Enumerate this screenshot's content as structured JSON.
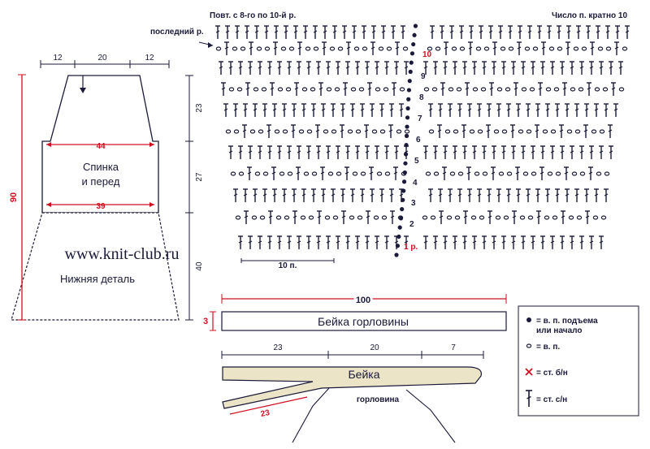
{
  "pattern": {
    "repeat_note": "Повт. с 8-го по 10-й р.",
    "multiple_note": "Число п. кратно 10",
    "last_row_label": "последний р.",
    "first_row_label": "1 р.",
    "row_numbers": [
      "2",
      "3",
      "4",
      "5",
      "6",
      "7",
      "8",
      "9",
      "10"
    ],
    "stitch_span_label": "10 п."
  },
  "schematic": {
    "top_dims": [
      "12",
      "20",
      "12"
    ],
    "total_height": "90",
    "side_dims": [
      "23",
      "27",
      "40"
    ],
    "bust_width": "44",
    "lower_width": "39",
    "body_label_1": "Спинка",
    "body_label_2": "и перед",
    "skirt_label": "Нижняя деталь",
    "watermark": "www.knit-club.ru"
  },
  "neck_band": {
    "length": "100",
    "width": "3",
    "label": "Бейка горловины"
  },
  "band": {
    "dims": [
      "23",
      "20",
      "7"
    ],
    "label": "Бейка",
    "diag_dim": "23",
    "neck_label": "горловина"
  },
  "legend": {
    "chain_start": "= в. п. подъема или начало",
    "chain": "= в. п.",
    "sc": "= ст. б/н",
    "dc": "= ст. с/н"
  },
  "colors": {
    "ink": "#1a1a3a",
    "red": "#d01020",
    "tan": "#ece4c6",
    "white": "#ffffff"
  }
}
